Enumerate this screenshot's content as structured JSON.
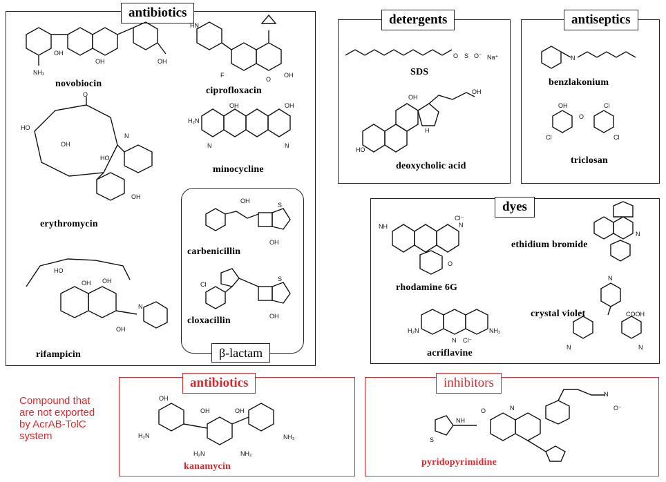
{
  "panels": {
    "antibiotics_main": {
      "title": "antibiotics"
    },
    "detergents": {
      "title": "detergents"
    },
    "antiseptics": {
      "title": "antiseptics"
    },
    "dyes": {
      "title": "dyes"
    },
    "antibiotics_bottom": {
      "title": "antibiotics"
    },
    "inhibitors": {
      "title": "inhibitors"
    },
    "beta_lactam": {
      "title": "β-lactam"
    }
  },
  "compounds": {
    "novobiocin": "novobiocin",
    "ciprofloxacin": "ciprofloxacin",
    "minocycline": "minocycline",
    "erythromycin": "erythromycin",
    "carbenicillin": "carbenicillin",
    "cloxacillin": "cloxacillin",
    "rifampicin": "rifampicin",
    "sds": "SDS",
    "deoxycholic_acid": "deoxycholic  acid",
    "benzlakonium": "benzlakonium",
    "triclosan": "triclosan",
    "rhodamine": "rhodamine  6G",
    "ethidium": "ethidium  bromide",
    "acriflavine": "acriflavine",
    "crystal_violet": "crystal violet",
    "kanamycin": "kanamycin",
    "pyridopyrimidine": "pyridopyrimidine"
  },
  "atoms": {
    "oh": "OH",
    "o": "O",
    "n": "N",
    "nh": "NH",
    "hn": "HN",
    "nh2": "NH₂",
    "h2n": "H₂N",
    "f": "F",
    "cl": "Cl",
    "cl_minus": "Cl⁻",
    "cooh": "COOH",
    "ho": "HO",
    "s": "S",
    "h": "H",
    "na_plus": "Na⁺",
    "o_minus": "O⁻",
    "plus": "+",
    "ome": "O"
  },
  "note": "Compound that\nare not exported\nby AcrAB-TolC\nsystem",
  "colors": {
    "accent_red": "#e0262a",
    "border": "#222222"
  }
}
